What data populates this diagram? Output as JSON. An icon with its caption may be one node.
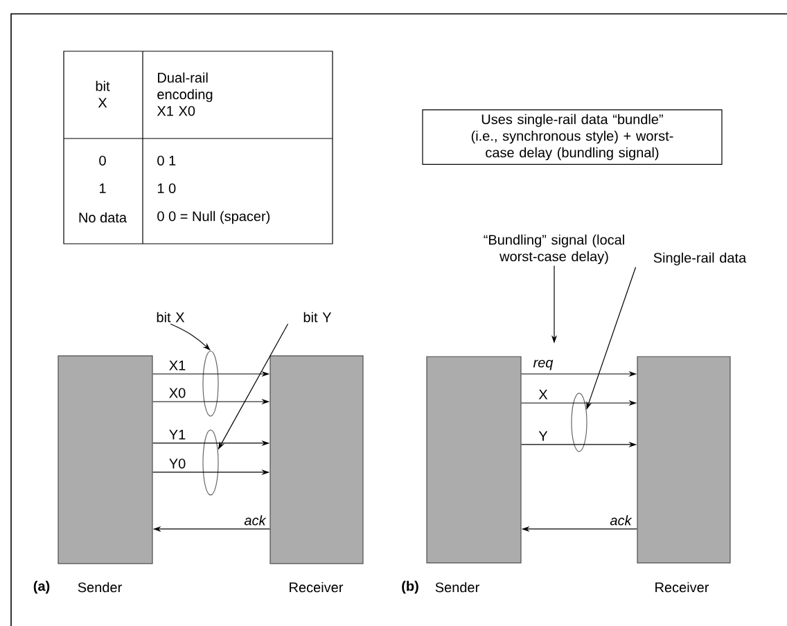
{
  "diagram": {
    "nodes": [
      {
        "text": [
          "Uses single-rail data “bundle” (i.e., synchronous style) + worst-case delay (bundling signal)"
        ]
      },
      {
        "text": [
          "bit X"
        ]
      },
      {
        "text": [
          "bit Y"
        ]
      },
      {
        "text": [
          "“Bundling” signal (local worst-case delay)"
        ]
      },
      {
        "text": [
          "Single-rail data"
        ]
      },
      {
        "text": [],
        "shape": "ellipse"
      },
      {
        "text": [],
        "shape": "ellipse"
      },
      {
        "text": [],
        "shape": "box",
        "beside": [
          "Sender"
        ]
      },
      {
        "text": [],
        "shape": "box",
        "beside": [
          "Receiver"
        ]
      },
      {
        "text": [],
        "shape": "box",
        "beside": [
          "Sender"
        ]
      },
      {
        "text": [],
        "shape": "box",
        "beside": [
          "Receiver"
        ]
      },
      {
        "text": [],
        "shape": "ellipse"
      }
    ],
    "edges": [
      {
        "from": 7,
        "to": 8,
        "arrow": "to",
        "label": "X1"
      },
      {
        "from": 7,
        "to": 8,
        "arrow": "to",
        "label": "X0"
      },
      {
        "from": 7,
        "to": 8,
        "arrow": "to",
        "label": "Y1"
      },
      {
        "from": 7,
        "to": 8,
        "arrow": "to",
        "label": "Y0"
      },
      {
        "from": 8,
        "to": 7,
        "arrow": "to",
        "label": "ack"
      },
      {
        "from": 9,
        "to": 10,
        "arrow": "to",
        "label": "req"
      },
      {
        "from": 9,
        "to": 10,
        "arrow": "to",
        "label": "X"
      },
      {
        "from": 9,
        "to": 10,
        "arrow": "to",
        "label": "Y"
      },
      {
        "from": 10,
        "to": 9,
        "arrow": "to",
        "label": "ack"
      },
      {
        "from": 1,
        "to": 5,
        "arrow": "to"
      },
      {
        "from": 2,
        "to": 6,
        "arrow": "to"
      },
      {
        "from": 3,
        "to": null,
        "arrow": "to"
      },
      {
        "from": 4,
        "to": 11,
        "arrow": "to"
      }
    ],
    "labels": [
      "bit X",
      "Dual-rail encoding X1 X0",
      "0",
      "0 1",
      "1",
      "1 0",
      "No data",
      "0 0 = Null (spacer)",
      "(a)",
      "(b)"
    ]
  }
}
